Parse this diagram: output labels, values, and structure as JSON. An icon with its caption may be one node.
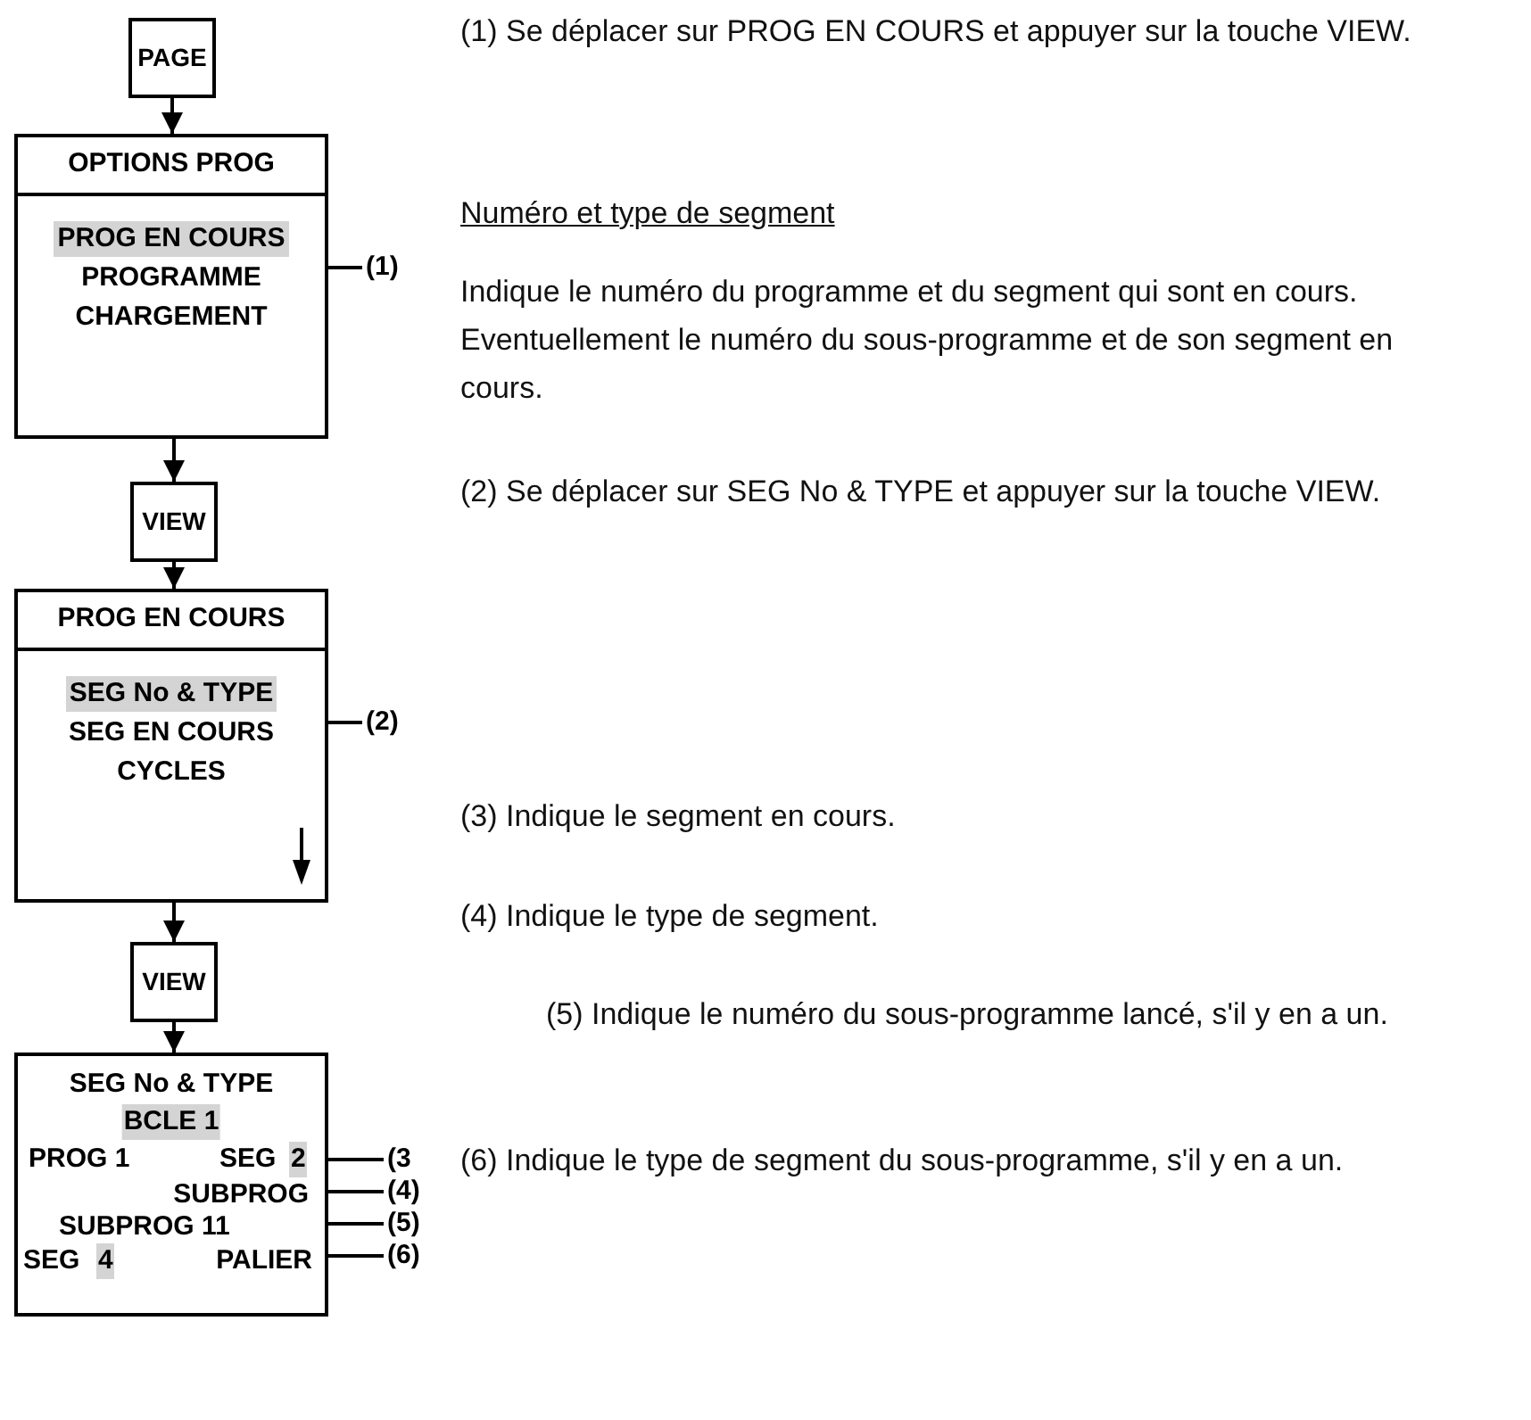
{
  "diagram": {
    "nodes": [
      {
        "text": [
          "PAGE"
        ]
      },
      {
        "text": [
          "OPTIONS PROG",
          "PROG EN COURS",
          "PROGRAMME",
          "CHARGEMENT"
        ]
      },
      {
        "text": [
          "VIEW"
        ]
      },
      {
        "text": [
          "PROG EN COURS",
          "SEG No & TYPE",
          "SEG EN COURS",
          "CYCLES"
        ]
      },
      {
        "text": [
          "VIEW"
        ]
      },
      {
        "text": [
          "SEG No & TYPE",
          "BCLE 1",
          "PROG 1",
          "SEG",
          "2",
          "SUBPROG",
          "SUBPROG 11",
          "SEG",
          "4",
          "PALIER"
        ]
      },
      {
        "text": [
          "(1)"
        ]
      },
      {
        "text": [
          "(2)"
        ]
      },
      {
        "text": [
          "(3"
        ]
      },
      {
        "text": [
          "(4)"
        ]
      },
      {
        "text": [
          "(5)"
        ]
      },
      {
        "text": [
          "(6)"
        ]
      }
    ],
    "edges": [
      {
        "from": 0,
        "to": 1,
        "arrow": "to"
      },
      {
        "from": 1,
        "to": 2,
        "arrow": "to"
      },
      {
        "from": 2,
        "to": 3,
        "arrow": "to"
      },
      {
        "from": 3,
        "to": 4,
        "arrow": "to"
      },
      {
        "from": 4,
        "to": 5,
        "arrow": "to"
      },
      {
        "from": 6,
        "to": 1,
        "arrow": "none"
      },
      {
        "from": 7,
        "to": 3,
        "arrow": "none"
      },
      {
        "from": 8,
        "to": 5,
        "arrow": "none"
      },
      {
        "from": 9,
        "to": 5,
        "arrow": "none"
      },
      {
        "from": 10,
        "to": 5,
        "arrow": "none"
      },
      {
        "from": 11,
        "to": 5,
        "arrow": "none"
      }
    ],
    "labels": [
      "(1) Se déplacer sur PROG EN COURS et appuyer sur la touche VIEW.",
      "Numéro et type de segment",
      "Indique le numéro du programme et du segment qui sont en cours. Eventuellement le numéro du sous-programme et de son segment en cours.",
      "(2) Se déplacer sur SEG No & TYPE et appuyer sur la touche VIEW.",
      "(3) Indique le segment en cours.",
      "(4) Indique le type de segment.",
      "(5) Indique le numéro du sous-programme lancé, s'il y en a un.",
      "(6) Indique le type de segment du sous-programme, s'il y en a un."
    ]
  }
}
